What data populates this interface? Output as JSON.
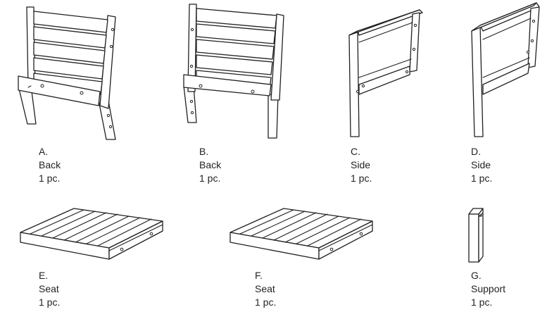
{
  "parts": [
    {
      "letter": "A.",
      "name": "Back",
      "qty": "1 pc."
    },
    {
      "letter": "B.",
      "name": "Back",
      "qty": "1 pc."
    },
    {
      "letter": "C.",
      "name": "Side",
      "qty": "1 pc."
    },
    {
      "letter": "D.",
      "name": "Side",
      "qty": "1 pc."
    },
    {
      "letter": "E.",
      "name": "Seat",
      "qty": "1 pc."
    },
    {
      "letter": "F.",
      "name": "Seat",
      "qty": "1 pc."
    },
    {
      "letter": "G.",
      "name": "Support",
      "qty": "1 pc."
    }
  ]
}
